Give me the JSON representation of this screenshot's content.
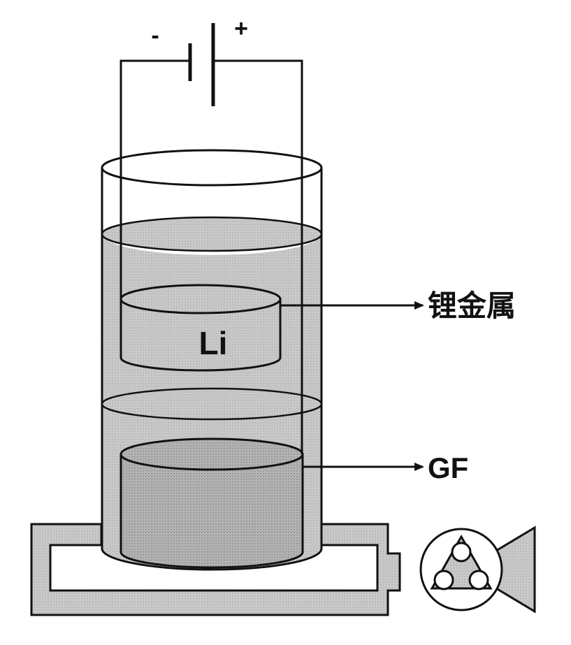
{
  "battery": {
    "negative_symbol": "-",
    "positive_symbol": "+"
  },
  "labels": {
    "electrode_text": "Li",
    "lithium_callout": "锂金属",
    "gf_callout": "GF"
  },
  "colors": {
    "stroke": "#111111",
    "electrolyte_fill": "#c9c9c9",
    "background": "#ffffff"
  },
  "icons": [
    "battery-symbol-icon",
    "pump-icon"
  ]
}
